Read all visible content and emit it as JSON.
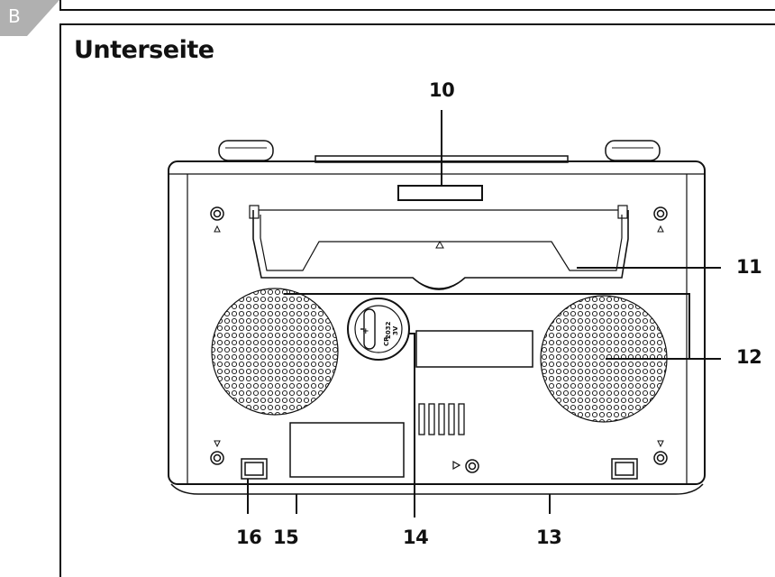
{
  "section_badge": "B",
  "title": "Unterseite",
  "callouts": {
    "c10": "10",
    "c11": "11",
    "c12": "12",
    "c13": "13",
    "c14": "14",
    "c15": "15",
    "c16": "16"
  },
  "battery_text": {
    "line1": "2032",
    "line2": "3V",
    "line3": "CR"
  },
  "colors": {
    "ink": "#111111",
    "badge": "#b0b0b0",
    "background": "#ffffff"
  }
}
